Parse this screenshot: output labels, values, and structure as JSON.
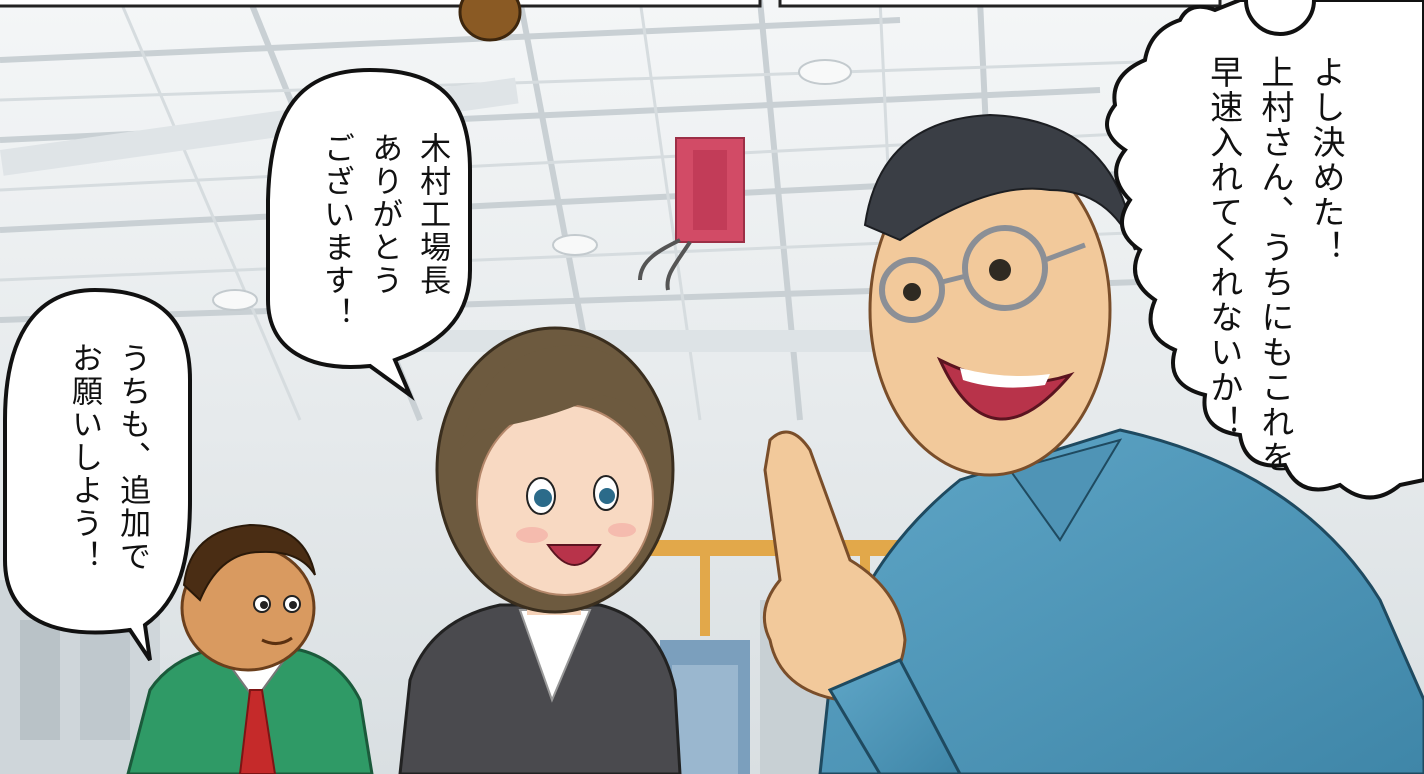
{
  "bubbles": {
    "factory_manager": {
      "lines": [
        "よし決めた！",
        "上村さん、うちにもこれを",
        "早速入れてくれないか！"
      ]
    },
    "woman": {
      "lines": [
        "木村工場長",
        "ありがとう",
        "ございます！"
      ]
    },
    "worker": {
      "lines": [
        "うちも、追加で",
        "お願いしよう！"
      ]
    }
  }
}
